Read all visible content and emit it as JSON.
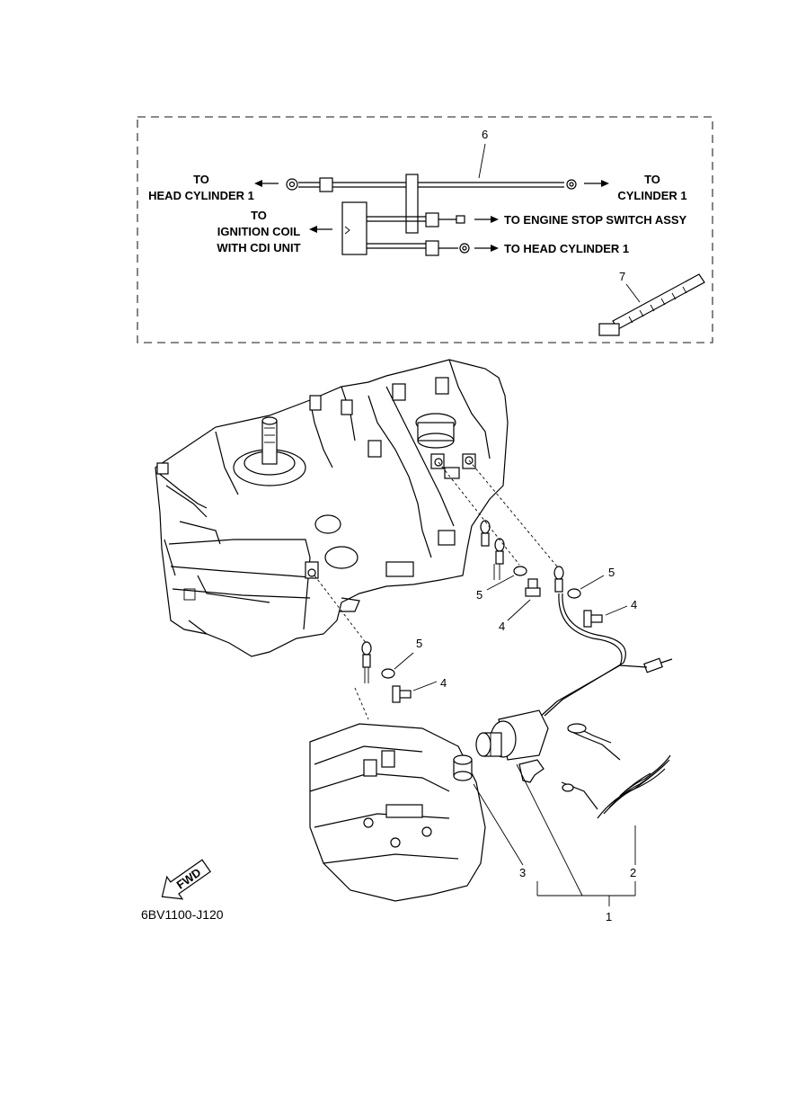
{
  "wiring_box": {
    "part_6": "6",
    "part_7": "7",
    "left_to_line1": "TO",
    "left_to_line2": "HEAD CYLINDER 1",
    "right_to_line1": "TO",
    "right_to_line2": "CYLINDER 1",
    "coil_line1": "TO",
    "coil_line2": "IGNITION COIL",
    "coil_line3": "WITH CDI UNIT",
    "engine_stop": "TO ENGINE STOP SWITCH ASSY",
    "head_cyl": "TO HEAD CYLINDER 1"
  },
  "callouts": {
    "n1": "1",
    "n2": "2",
    "n3": "3",
    "n4a": "4",
    "n4b": "4",
    "n4c": "4",
    "n5a": "5",
    "n5b": "5",
    "n5c": "5"
  },
  "fwd_label": "FWD",
  "figure_code": "6BV1100-J120"
}
